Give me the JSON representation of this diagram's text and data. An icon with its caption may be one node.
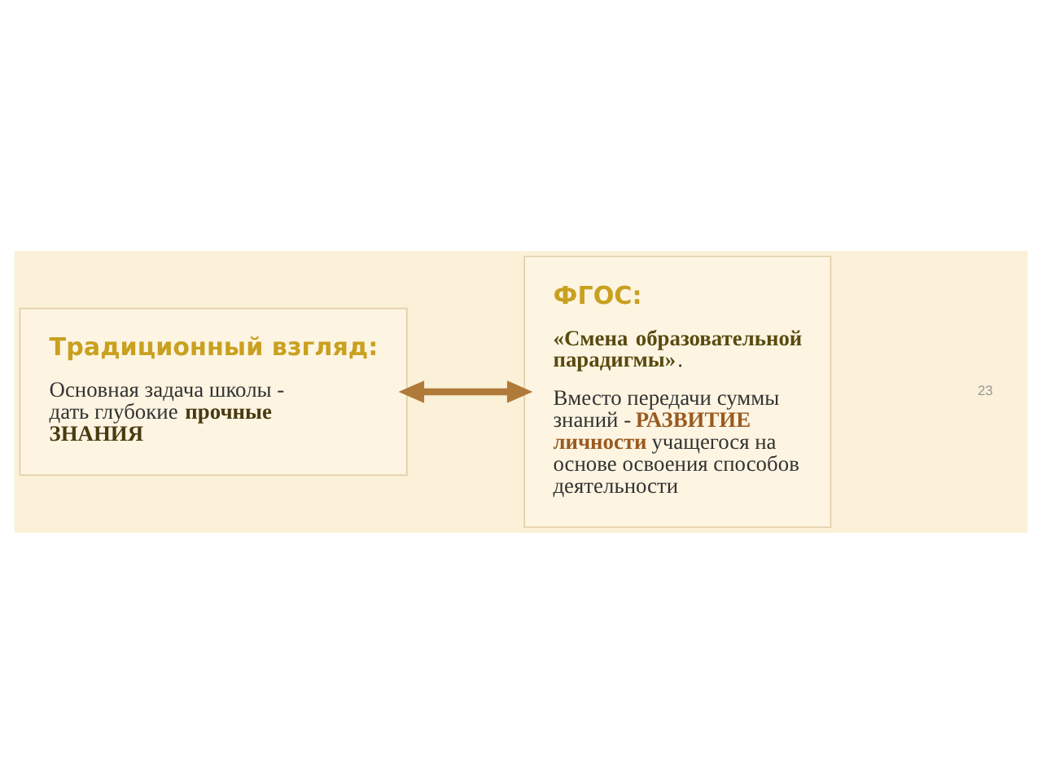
{
  "diagram": {
    "nodes": [
      {
        "text": [
          "Традиционный взгляд:",
          "Основная задача школы - дать глубокие **прочные ЗНАНИЯ**"
        ]
      },
      {
        "text": [
          "ФГОС:",
          "**«Смена образовательной парадигмы»**.",
          "Вместо передачи суммы знаний - **РАЗВИТИЕ личности** учащегося на основе освоения способов деятельности"
        ]
      }
    ],
    "edges": [
      {
        "from": 0,
        "to": 1,
        "arrow": "both"
      }
    ],
    "labels": [
      "23"
    ]
  }
}
